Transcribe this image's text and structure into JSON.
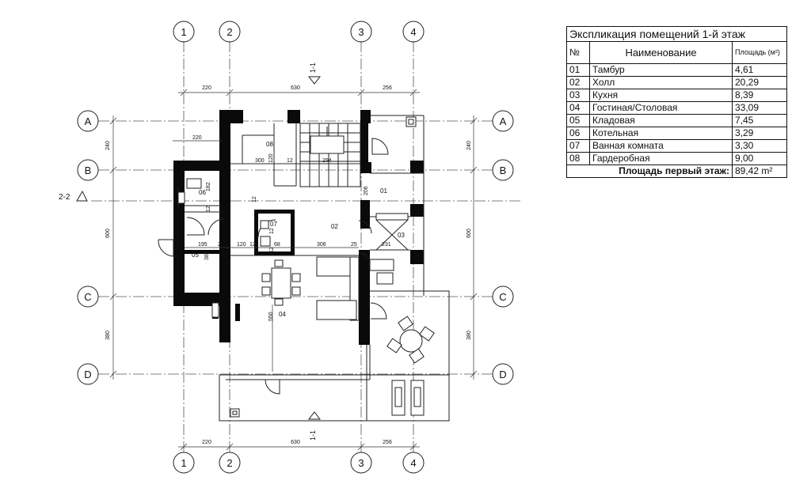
{
  "axes": {
    "numbers": [
      "1",
      "2",
      "3",
      "4"
    ],
    "letters": [
      "A",
      "B",
      "C",
      "D"
    ]
  },
  "dimensions": {
    "top": [
      "220",
      "630",
      "256"
    ],
    "bottom": [
      "220",
      "630",
      "256"
    ],
    "left": [
      "240",
      "600",
      "380"
    ],
    "right": [
      "240",
      "600",
      "380"
    ],
    "inner": [
      "220",
      "300",
      "120",
      "12",
      "294",
      "182",
      "12",
      "195",
      "25",
      "120",
      "12",
      "68",
      "306",
      "25",
      "231",
      "384",
      "206",
      "12",
      "550",
      "12",
      "12",
      "12",
      "12"
    ]
  },
  "section_marks": {
    "top": "1-1",
    "bottom": "1-1",
    "left": "2-2"
  },
  "room_labels": [
    "08",
    "06",
    "07",
    "02",
    "01",
    "03",
    "05",
    "04"
  ],
  "explication": {
    "title": "Экспликация помещений 1-й этаж",
    "header": {
      "no": "№",
      "name": "Наименование",
      "area": "Площадь (м²)"
    },
    "rooms": [
      {
        "no": "01",
        "name": "Тамбур",
        "area": "4,61"
      },
      {
        "no": "02",
        "name": "Холл",
        "area": "20,29"
      },
      {
        "no": "03",
        "name": "Кухня",
        "area": "8,39"
      },
      {
        "no": "04",
        "name": "Гостиная/Столовая",
        "area": "33,09"
      },
      {
        "no": "05",
        "name": "Кладовая",
        "area": "7,45"
      },
      {
        "no": "06",
        "name": "Котельная",
        "area": "3,29"
      },
      {
        "no": "07",
        "name": "Ванная комната",
        "area": "3,30"
      },
      {
        "no": "08",
        "name": "Гардеробная",
        "area": "9,00"
      }
    ],
    "total_label": "Площадь первый этаж:",
    "total_value": "89,42 m²"
  }
}
